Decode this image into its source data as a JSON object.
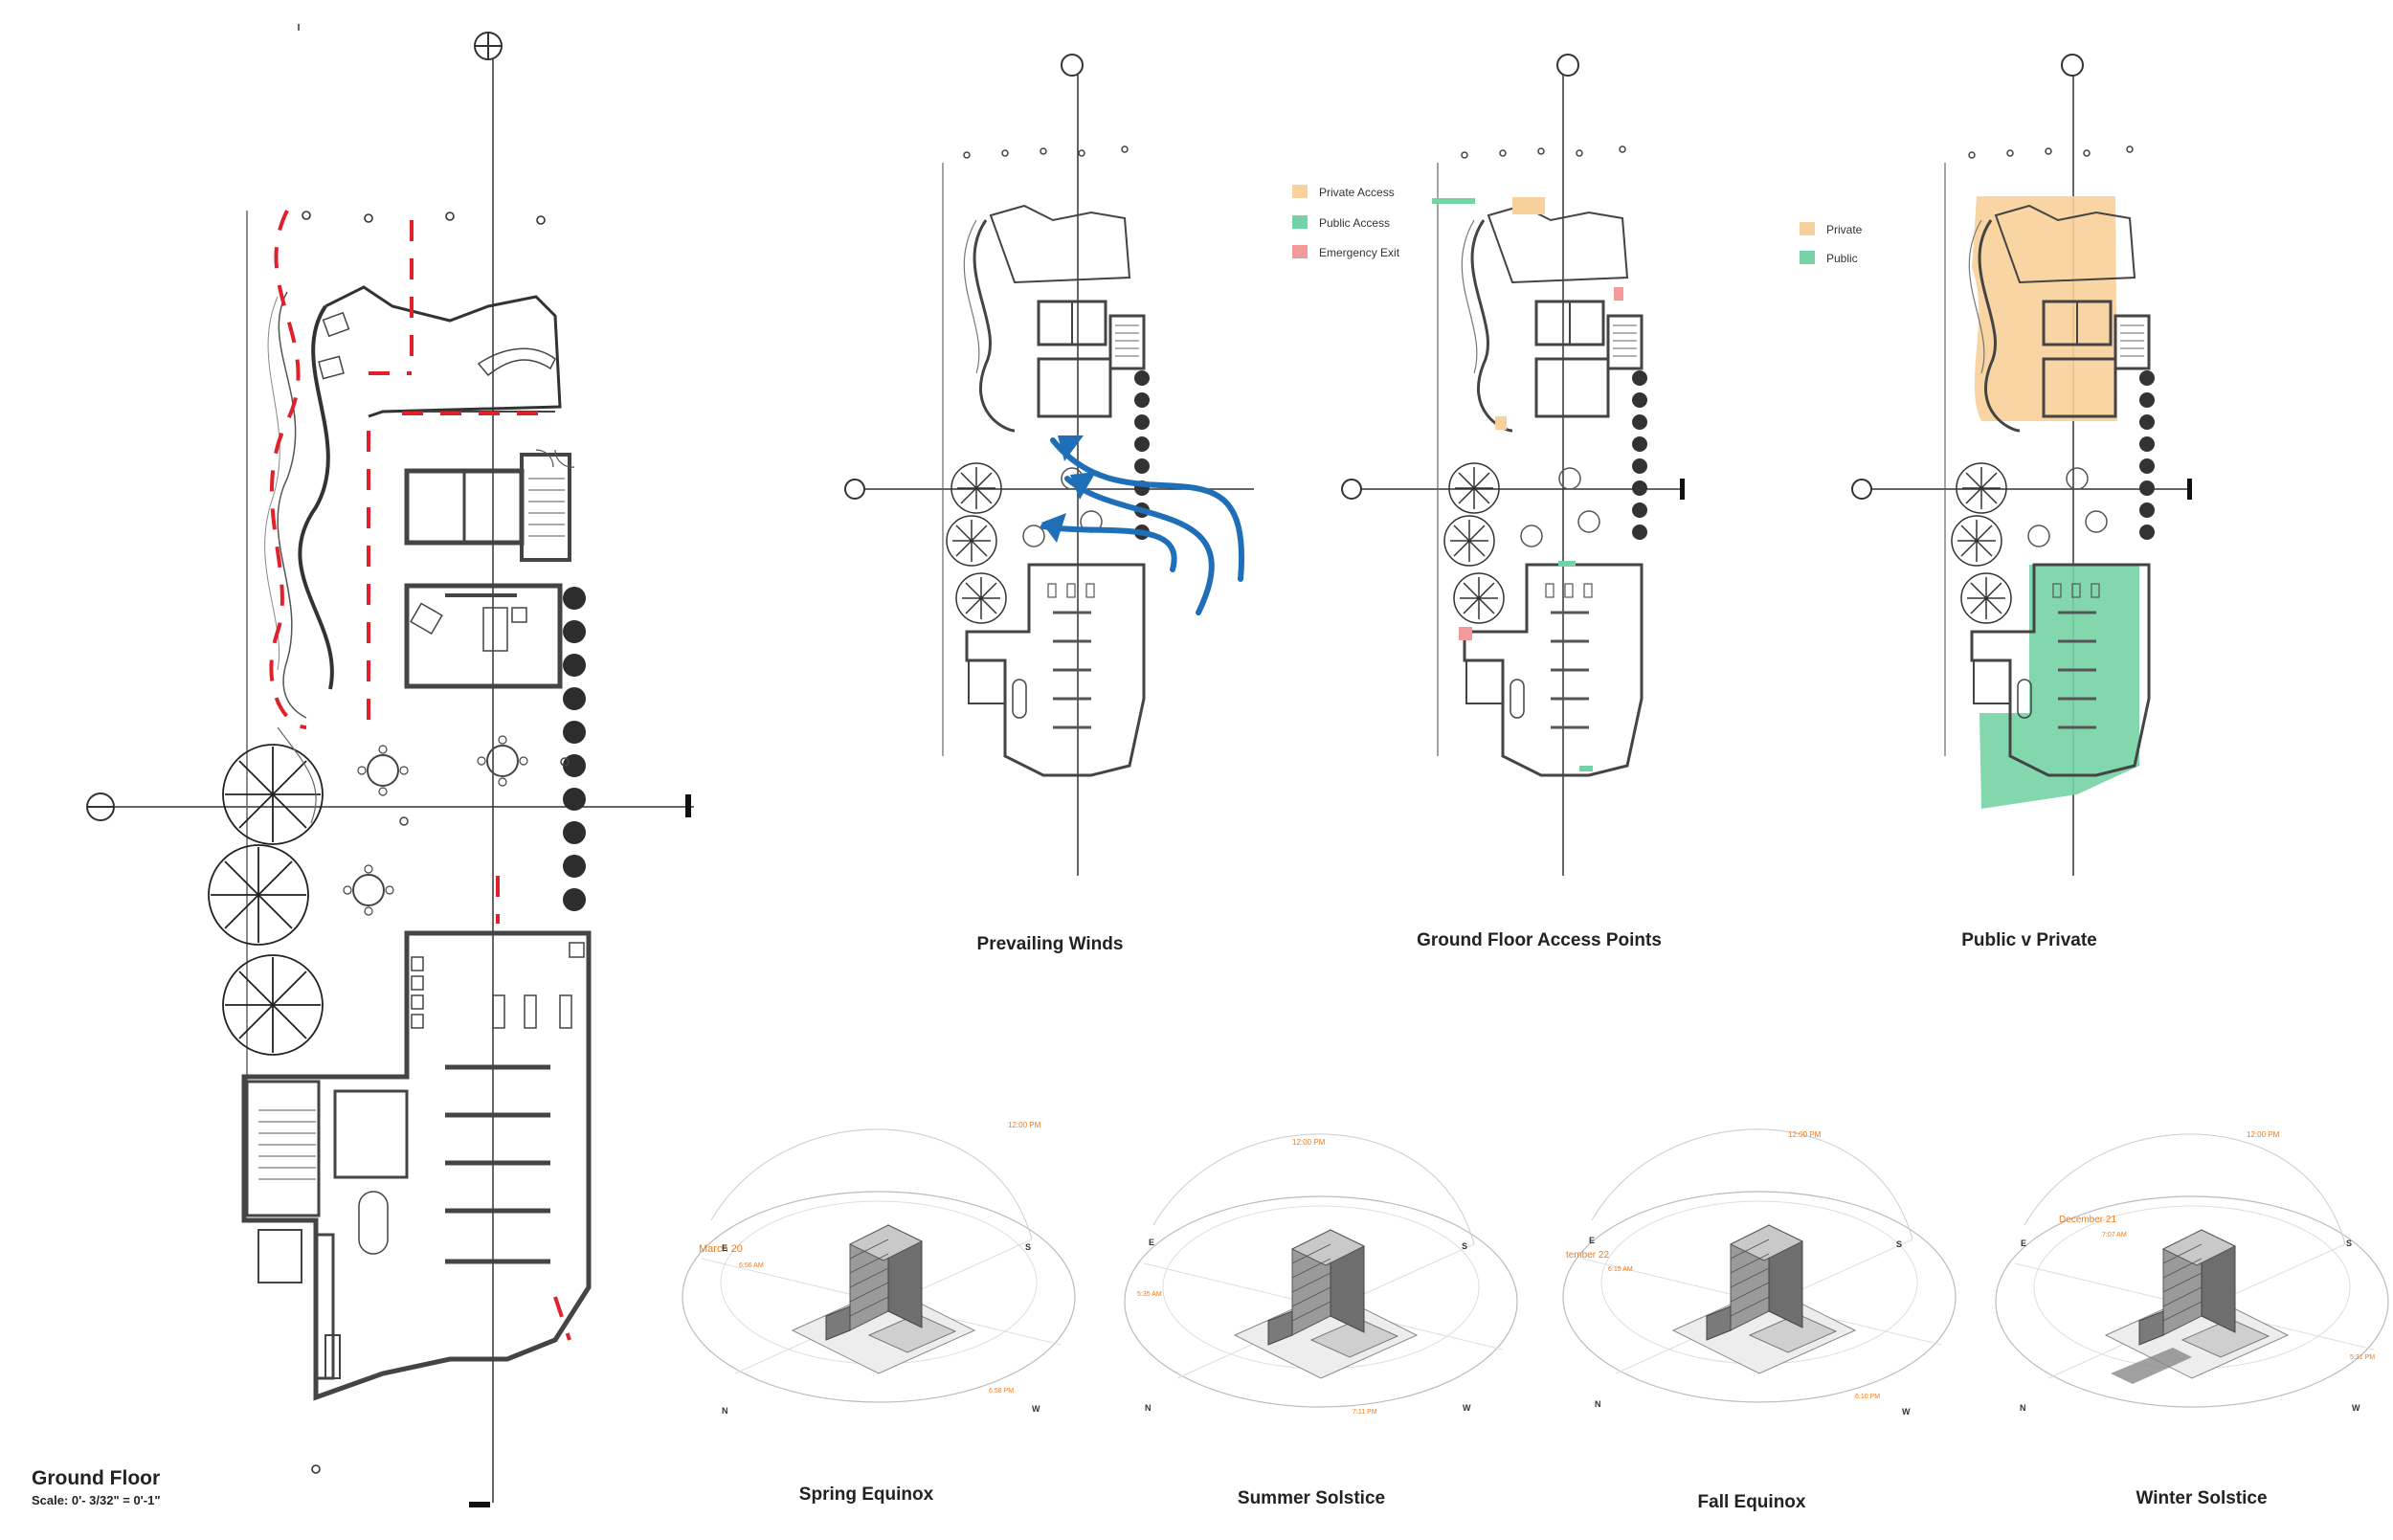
{
  "title": "Ground Floor",
  "scale": "Scale: 0'- 3/32\" = 0'-1\"",
  "panels": {
    "winds": "Prevailing Winds",
    "access": "Ground Floor Access Points",
    "public_private": "Public v Private"
  },
  "legend_access": [
    {
      "label": "Private Access",
      "color": "#f8d09a"
    },
    {
      "label": "Public Access",
      "color": "#74d3a4"
    },
    {
      "label": "Emergency Exit",
      "color": "#f29a9a"
    }
  ],
  "legend_zones": [
    {
      "label": "Private",
      "color": "#f8d09a"
    },
    {
      "label": "Public",
      "color": "#74d3a4"
    }
  ],
  "colors": {
    "wall": "#4d4d4d",
    "line": "#555555",
    "wind": "#1f6fb8",
    "dash": "#e0202a",
    "sun": "#f07a1a",
    "private": "#f8d09a",
    "public": "#74d3a4",
    "emergency": "#f29a9a"
  },
  "sun_studies": [
    {
      "label": "Spring Equinox",
      "date": "March 20",
      "noon": "12:00 PM",
      "sunrise": "6:56 AM",
      "sunset": "6:58 PM"
    },
    {
      "label": "Summer Solstice",
      "date": "",
      "noon": "12:00 PM",
      "sunrise": "5:35 AM",
      "sunset": "7:11 PM"
    },
    {
      "label": "Fall Equinox",
      "date": "tember 22",
      "noon": "12:00 PM",
      "sunrise": "6:15 AM",
      "sunset": "6:10 PM"
    },
    {
      "label": "Winter Solstice",
      "date": "December 21",
      "noon": "12:00 PM",
      "sunrise": "7:07 AM",
      "sunset": "5:31 PM"
    }
  ],
  "compass": {
    "e": "E",
    "s": "S",
    "n": "N",
    "w": "W"
  }
}
